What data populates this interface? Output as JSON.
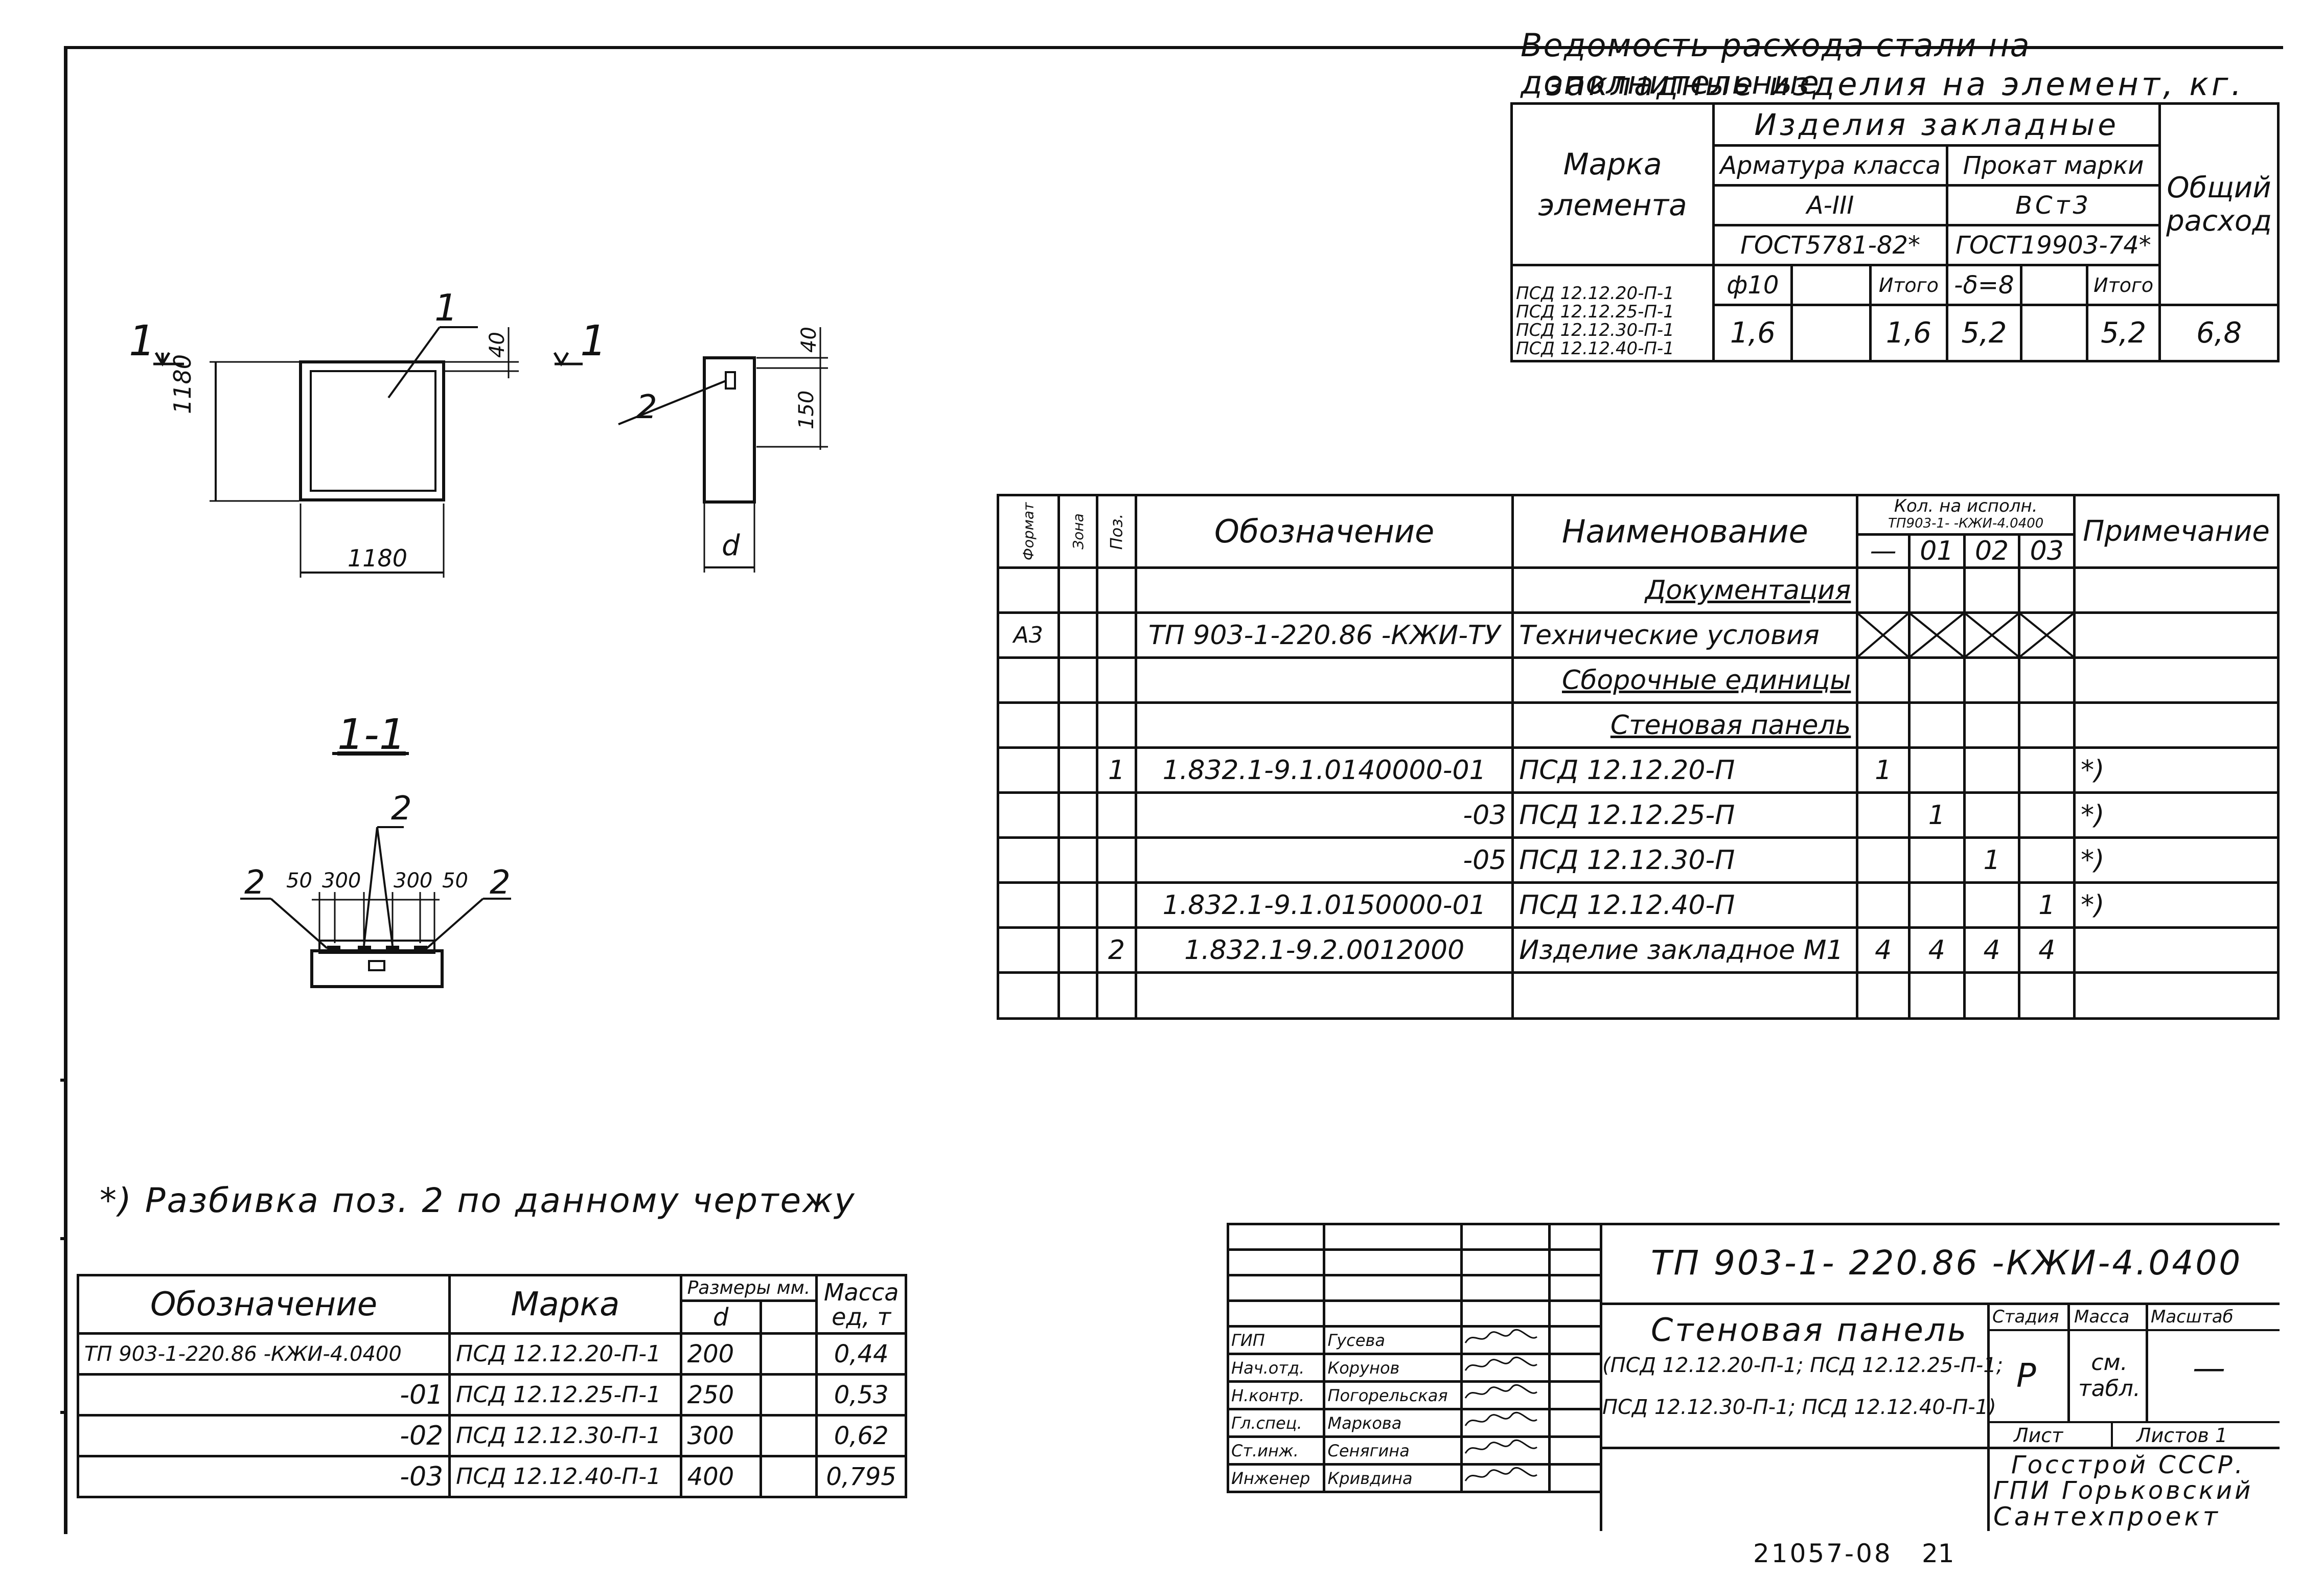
{
  "steel_statement": {
    "title_line1": "Ведомость расхода стали на дополнительные",
    "title_line2": "закладные изделия на элемент, кг.",
    "col_mark": "Марка элемента",
    "col_embedded": "Изделия закладные",
    "col_rebar": "Арматура класса",
    "rebar_class": "А-III",
    "rebar_gost": "ГОСТ5781-82*",
    "col_rolled": "Прокат марки",
    "rolled_grade": "ВСт3",
    "rolled_gost": "ГОСТ19903-74*",
    "col_total": "Общий расход",
    "sub_phi": "ф10",
    "sub_itogo": "Итого",
    "sub_delta": "-δ=8",
    "sub_itogo2": "Итого",
    "marks": [
      "ПСД 12.12.20-П-1",
      "ПСД 12.12.25-П-1",
      "ПСД 12.12.30-П-1",
      "ПСД 12.12.40-П-1"
    ],
    "v_phi": "1,6",
    "v_itogo": "1,6",
    "v_delta": "5,2",
    "v_itogo2": "5,2",
    "v_total": "6,8"
  },
  "drawings": {
    "view_label_left": "1",
    "view_label_right": "1",
    "pos1": "1",
    "dim_height": "1180",
    "dim_width": "1180",
    "dim_40a": "40",
    "pos2": "2",
    "dim_40b": "40",
    "dim_150": "150",
    "dim_d": "d",
    "section_title": "1-1",
    "sec_2top": "2",
    "sec_2left": "2",
    "sec_2right": "2",
    "sec_50a": "50",
    "sec_300a": "300",
    "sec_300b": "300",
    "sec_50b": "50"
  },
  "spec": {
    "h_format": "Формат",
    "h_zone": "Зона",
    "h_pos": "Поз.",
    "h_designation": "Обозначение",
    "h_name": "Наименование",
    "h_qty": "Кол. на исполн.",
    "h_qty_doc": "ТП903-1- -КЖИ-4.0400",
    "h_qty_cols": [
      "—",
      "01",
      "02",
      "03"
    ],
    "h_note": "Примечание",
    "rows": [
      {
        "format": "",
        "zone": "",
        "pos": "",
        "designation": "",
        "name": "Документация",
        "q0": "",
        "q1": "",
        "q2": "",
        "q3": "",
        "note": ""
      },
      {
        "format": "А3",
        "zone": "",
        "pos": "",
        "designation": "ТП 903-1-220.86 -КЖИ-ТУ",
        "name": "Технические условия",
        "q0": "",
        "q1": "",
        "q2": "",
        "q3": "",
        "note": ""
      },
      {
        "format": "",
        "zone": "",
        "pos": "",
        "designation": "",
        "name": "Сборочные единицы",
        "q0": "",
        "q1": "",
        "q2": "",
        "q3": "",
        "note": ""
      },
      {
        "format": "",
        "zone": "",
        "pos": "",
        "designation": "",
        "name": "Стеновая панель",
        "q0": "",
        "q1": "",
        "q2": "",
        "q3": "",
        "note": ""
      },
      {
        "format": "",
        "zone": "",
        "pos": "1",
        "designation": "1.832.1-9.1.0140000-01",
        "name": "ПСД 12.12.20-П",
        "q0": "1",
        "q1": "",
        "q2": "",
        "q3": "",
        "note": "*)"
      },
      {
        "format": "",
        "zone": "",
        "pos": "",
        "designation": "-03",
        "name": "ПСД 12.12.25-П",
        "q0": "",
        "q1": "1",
        "q2": "",
        "q3": "",
        "note": "*)"
      },
      {
        "format": "",
        "zone": "",
        "pos": "",
        "designation": "-05",
        "name": "ПСД 12.12.30-П",
        "q0": "",
        "q1": "",
        "q2": "1",
        "q3": "",
        "note": "*)"
      },
      {
        "format": "",
        "zone": "",
        "pos": "",
        "designation": "1.832.1-9.1.0150000-01",
        "name": "ПСД 12.12.40-П",
        "q0": "",
        "q1": "",
        "q2": "",
        "q3": "1",
        "note": "*)"
      },
      {
        "format": "",
        "zone": "",
        "pos": "2",
        "designation": "1.832.1-9.2.0012000",
        "name": "Изделие закладное М1",
        "q0": "4",
        "q1": "4",
        "q2": "4",
        "q3": "4",
        "note": ""
      },
      {
        "format": "",
        "zone": "",
        "pos": "",
        "designation": "",
        "name": "",
        "q0": "",
        "q1": "",
        "q2": "",
        "q3": "",
        "note": ""
      }
    ]
  },
  "footnote": "*) Разбивка поз. 2 по данному чертежу",
  "variants": {
    "h_designation": "Обозначение",
    "h_mark": "Марка",
    "h_size": "Размеры мм.",
    "h_size_sub": "d",
    "h_mass": "Масса ед, т",
    "rows": [
      {
        "designation": "ТП 903-1-220.86 -КЖИ-4.0400",
        "mark": "ПСД 12.12.20-П-1",
        "d": "200",
        "mass": "0,44"
      },
      {
        "designation": "-01",
        "mark": "ПСД 12.12.25-П-1",
        "d": "250",
        "mass": "0,53"
      },
      {
        "designation": "-02",
        "mark": "ПСД 12.12.30-П-1",
        "d": "300",
        "mass": "0,62"
      },
      {
        "designation": "-03",
        "mark": "ПСД 12.12.40-П-1",
        "d": "400",
        "mass": "0,795"
      }
    ]
  },
  "title_block": {
    "doc_code": "ТП 903-1- 220.86 -КЖИ-4.0400",
    "name_line1": "Стеновая панель",
    "name_line2": "(ПСД 12.12.20-П-1; ПСД 12.12.25-П-1;",
    "name_line3": "ПСД 12.12.30-П-1; ПСД 12.12.40-П-1)",
    "h_stage": "Стадия",
    "h_mass": "Масса",
    "h_scale": "Масштаб",
    "stage": "Р",
    "mass": "см. табл.",
    "scale": "—",
    "sheet": "Лист",
    "sheets": "Листов 1",
    "org1": "Госстрой СССР.",
    "org2": "ГПИ Горьковский",
    "org3": "Сантехпроект",
    "signers": [
      {
        "role": "ГИП",
        "name": "Гусева"
      },
      {
        "role": "Нач.отд.",
        "name": "Корунов"
      },
      {
        "role": "Н.контр.",
        "name": "Погорельская"
      },
      {
        "role": "Гл.спец.",
        "name": "Маркова"
      },
      {
        "role": "Ст.инж.",
        "name": "Сенягина"
      },
      {
        "role": "Инженер",
        "name": "Кривдина"
      }
    ]
  },
  "stamp_number": "21057-08",
  "stamp_page": "21"
}
